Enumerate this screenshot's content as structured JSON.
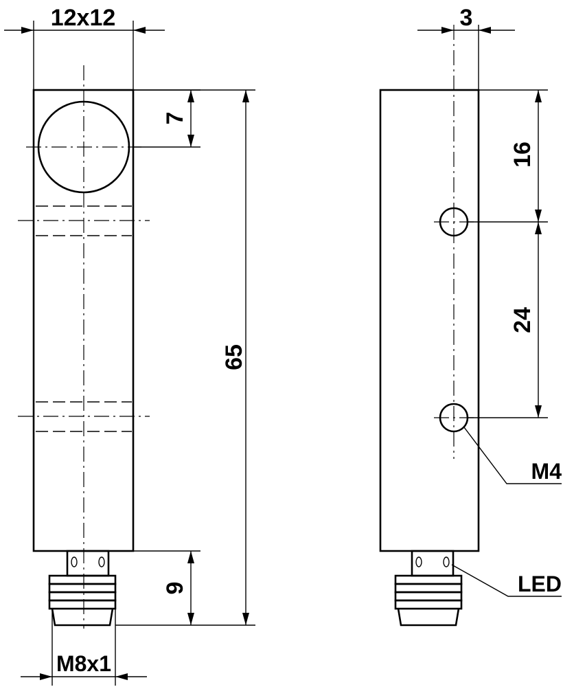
{
  "dimensions": {
    "width_front": "12x12",
    "offset_side": "3",
    "sensor_offset": "7",
    "length_total": "65",
    "hole_top": "16",
    "hole_spacing": "24",
    "connector_length": "9",
    "thread": "M8x1"
  },
  "callouts": {
    "mount_thread": "M4",
    "indicator": "LED"
  }
}
